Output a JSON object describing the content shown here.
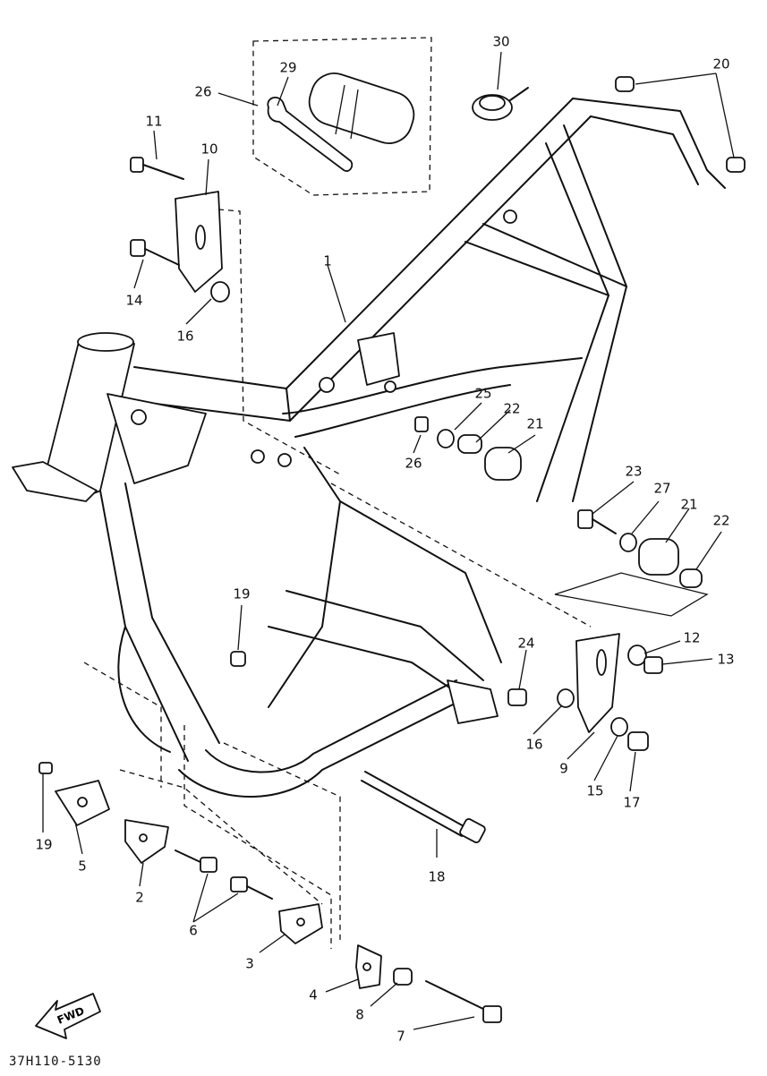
{
  "diagram": {
    "footer_code": "37H110-5130",
    "fwd_label": "FWD",
    "callouts": [
      {
        "id": "c1",
        "label": "1"
      },
      {
        "id": "c30",
        "label": "30"
      },
      {
        "id": "c20",
        "label": "20"
      },
      {
        "id": "c26a",
        "label": "26"
      },
      {
        "id": "c29",
        "label": "29"
      },
      {
        "id": "c11",
        "label": "11"
      },
      {
        "id": "c10",
        "label": "10"
      },
      {
        "id": "c14",
        "label": "14"
      },
      {
        "id": "c16a",
        "label": "16"
      },
      {
        "id": "c25",
        "label": "25"
      },
      {
        "id": "c22a",
        "label": "22"
      },
      {
        "id": "c21a",
        "label": "21"
      },
      {
        "id": "c26b",
        "label": "26"
      },
      {
        "id": "c23",
        "label": "23"
      },
      {
        "id": "c27",
        "label": "27"
      },
      {
        "id": "c21b",
        "label": "21"
      },
      {
        "id": "c22b",
        "label": "22"
      },
      {
        "id": "c19a",
        "label": "19"
      },
      {
        "id": "c24",
        "label": "24"
      },
      {
        "id": "c12",
        "label": "12"
      },
      {
        "id": "c13",
        "label": "13"
      },
      {
        "id": "c16b",
        "label": "16"
      },
      {
        "id": "c9",
        "label": "9"
      },
      {
        "id": "c15",
        "label": "15"
      },
      {
        "id": "c17",
        "label": "17"
      },
      {
        "id": "c18",
        "label": "18"
      },
      {
        "id": "c19b",
        "label": "19"
      },
      {
        "id": "c5",
        "label": "5"
      },
      {
        "id": "c2",
        "label": "2"
      },
      {
        "id": "c6",
        "label": "6"
      },
      {
        "id": "c3",
        "label": "3"
      },
      {
        "id": "c4",
        "label": "4"
      },
      {
        "id": "c8",
        "label": "8"
      },
      {
        "id": "c7",
        "label": "7"
      }
    ]
  }
}
